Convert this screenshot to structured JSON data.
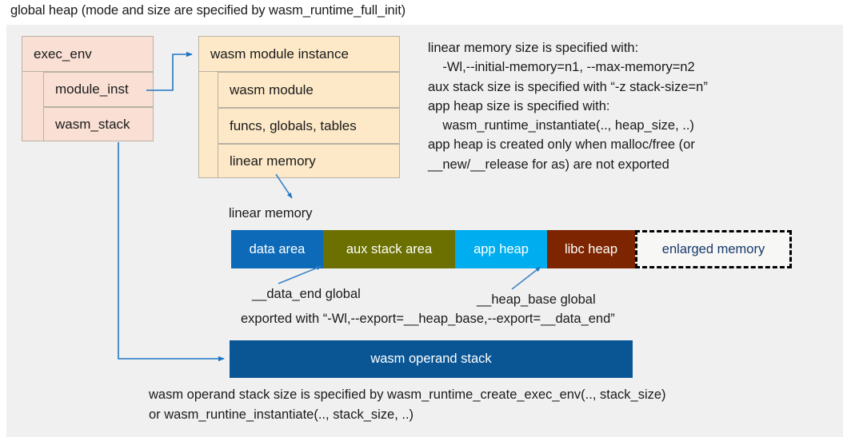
{
  "title": "global heap (mode and size are specified by wasm_runtime_full_init)",
  "colors": {
    "panel_bg": "#f0f0f0",
    "exec_env_fill": "#fadfd4",
    "module_inst_fill": "#fde9c8",
    "struct_border": "#b9b2a5",
    "connector": "#1f77c4",
    "data_area": "#0d6ab8",
    "aux_stack_area": "#6b7000",
    "app_heap": "#00aeef",
    "libc_heap": "#7d2500",
    "enlarged_memory_fill": "#f7f7f5",
    "enlarged_memory_text": "#16396b",
    "operand_stack": "#0a5695"
  },
  "exec_env": {
    "header": "exec_env",
    "rows": [
      {
        "label": "module_inst"
      },
      {
        "label": "wasm_stack"
      }
    ]
  },
  "module_instance": {
    "header": "wasm module instance",
    "rows": [
      {
        "label": "wasm module"
      },
      {
        "label": "funcs, globals, tables"
      },
      {
        "label": "linear memory"
      }
    ]
  },
  "info_text": "linear memory size is specified with:\n    -Wl,--initial-memory=n1, --max-memory=n2\naux stack size is specified with “-z stack-size=n”\napp heap size is specified with:\n    wasm_runtime_instantiate(.., heap_size, ..)\napp heap is created only when malloc/free (or\n__new/__release for as) are not exported",
  "linear_memory": {
    "label": "linear memory",
    "segments": [
      {
        "label": "data area",
        "color": "#0d6ab8",
        "width": 115
      },
      {
        "label": "aux stack area",
        "color": "#6b7000",
        "width": 165
      },
      {
        "label": "app heap",
        "color": "#00aeef",
        "width": 115
      },
      {
        "label": "libc heap",
        "color": "#7d2500",
        "width": 110
      },
      {
        "label": "enlarged memory",
        "color": "#f7f7f5",
        "width": 196
      }
    ]
  },
  "annotations": {
    "data_end": "__data_end global",
    "heap_base": "__heap_base global",
    "exported": "exported with “-Wl,--export=__heap_base,--export=__data_end”"
  },
  "operand_stack": {
    "label": "wasm operand stack",
    "note": "wasm operand stack size is specified by wasm_runtime_create_exec_env(.., stack_size)\nor wasm_runtine_instantiate(.., stack_size, ..)"
  }
}
